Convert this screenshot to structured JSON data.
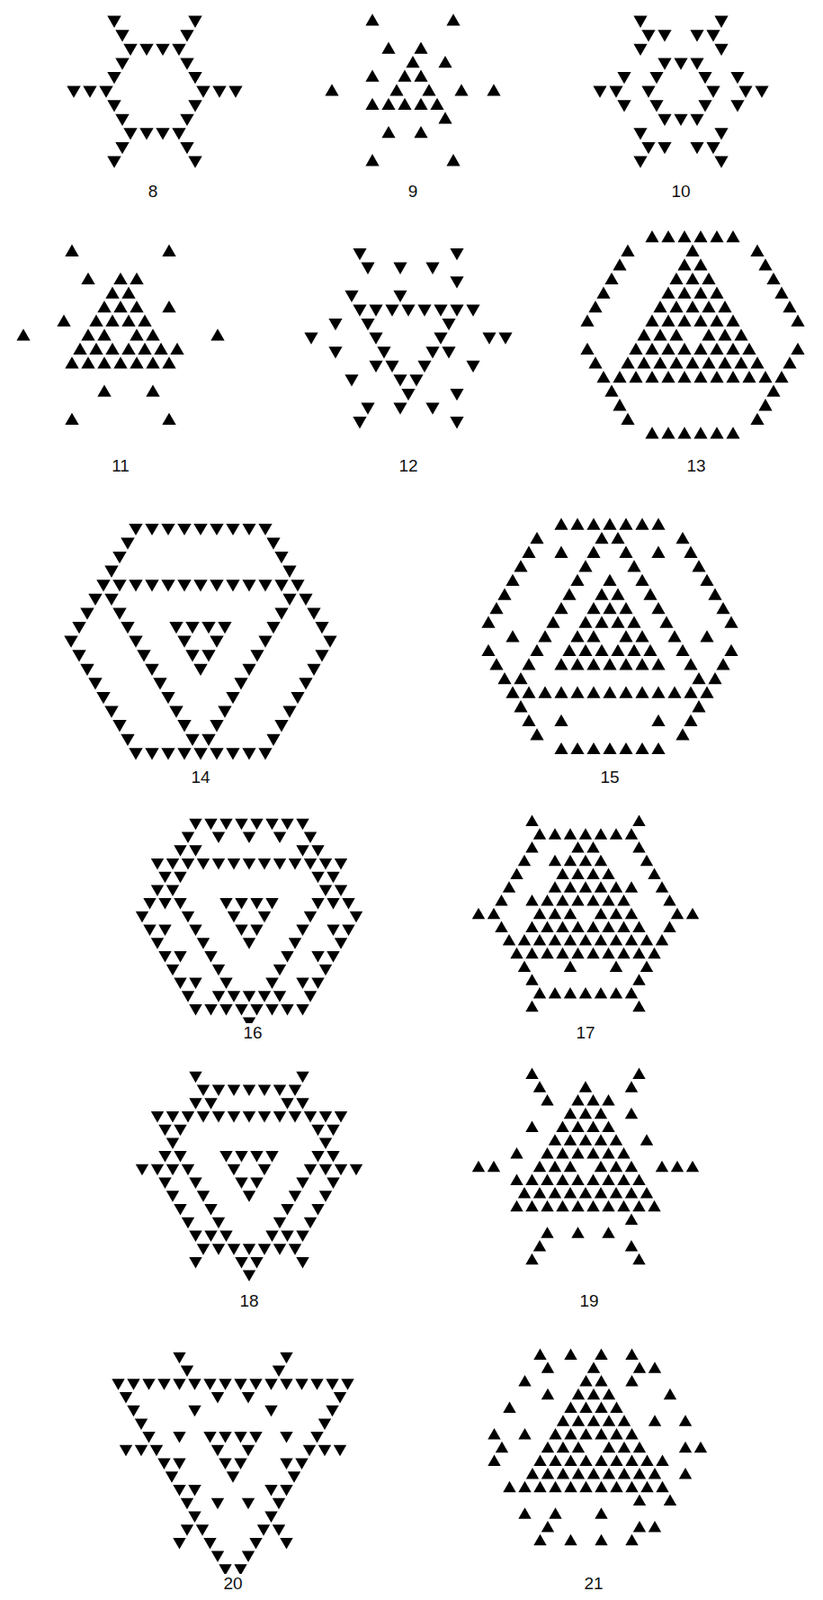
{
  "diagram": {
    "labels": [
      "8",
      "9",
      "10",
      "11",
      "12",
      "13",
      "14",
      "15",
      "16",
      "17",
      "18",
      "19",
      "20",
      "21"
    ]
  }
}
